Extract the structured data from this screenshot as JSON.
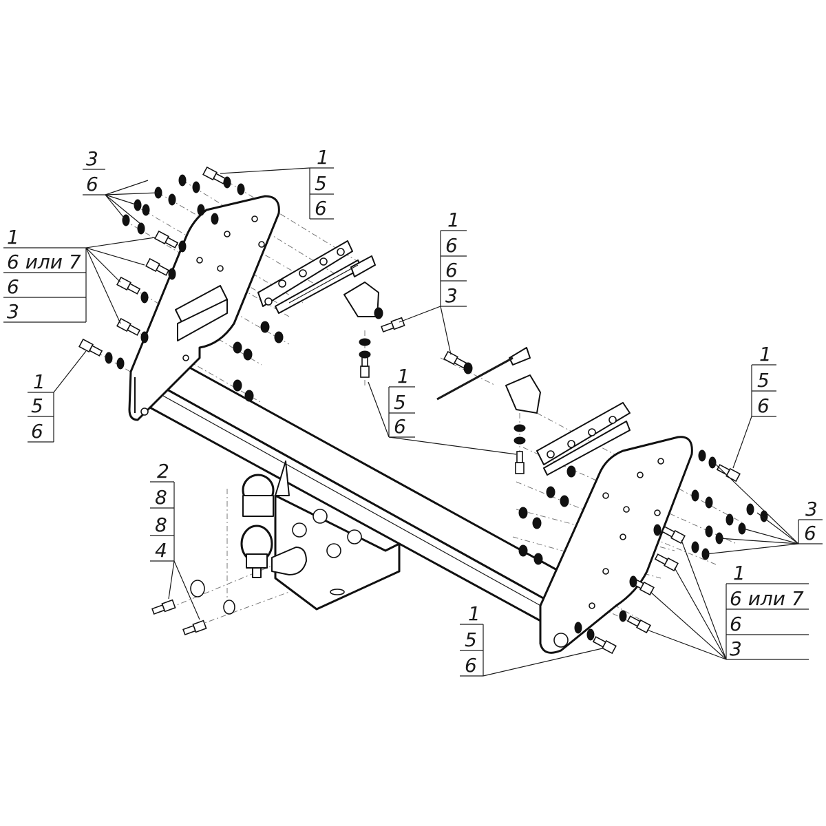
{
  "callouts": {
    "top_left_small": [
      "3",
      "6"
    ],
    "top_center": [
      "1",
      "5",
      "6"
    ],
    "left_upper": [
      "1",
      "6 или 7",
      "6",
      "3"
    ],
    "left_lower": [
      "1",
      "5",
      "6"
    ],
    "mid_right": [
      "1",
      "6",
      "6",
      "3"
    ],
    "mid_center": [
      "1",
      "5",
      "6"
    ],
    "right_upper": [
      "1",
      "5",
      "6"
    ],
    "right_small": [
      "3",
      "6"
    ],
    "right_lower": [
      "1",
      "6 или 7",
      "6",
      "3"
    ],
    "bottom_left": [
      "2",
      "8",
      "8",
      "4"
    ],
    "bottom_center": [
      "1",
      "5",
      "6"
    ]
  }
}
